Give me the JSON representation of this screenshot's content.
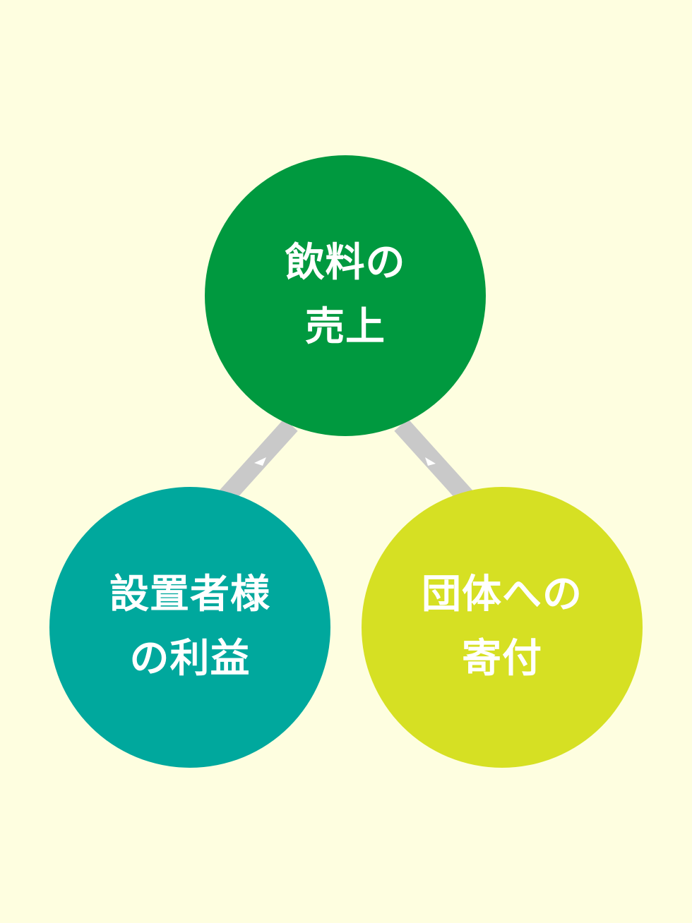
{
  "diagram": {
    "nodes": {
      "top": {
        "line1": "飲料の",
        "line2": "売上",
        "color": "#00993f"
      },
      "left": {
        "line1": "設置者様",
        "line2": "の利益",
        "color": "#00a89d"
      },
      "right": {
        "line1": "団体への",
        "line2": "寄付",
        "color": "#d6e023"
      }
    },
    "connectors": {
      "color": "#c9c9c9",
      "arrow_color": "#ffffff"
    },
    "background": "#fefee0"
  }
}
